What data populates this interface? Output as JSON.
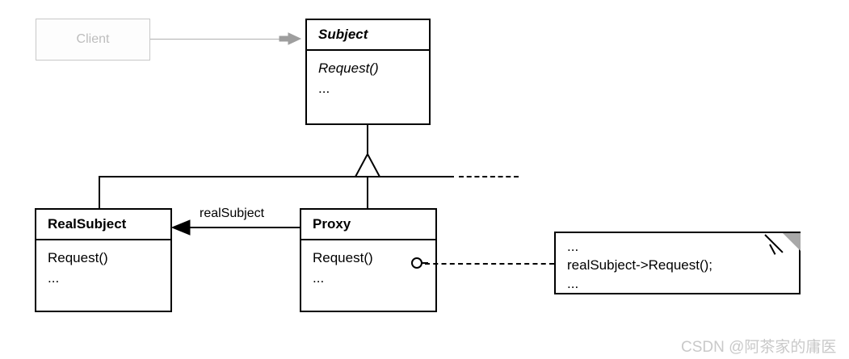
{
  "diagram": {
    "title": "Proxy design pattern UML class diagram",
    "type": "uml-class-diagram",
    "colors": {
      "stroke": "#000000",
      "background": "#ffffff",
      "muted_stroke": "#c8c8c8",
      "muted_text": "#bdbdbd",
      "fold_fill": "#a8a8a8",
      "watermark": "#c9c9c9"
    }
  },
  "client": {
    "name": "Client"
  },
  "subject": {
    "name": "Subject",
    "operations": [
      "Request()",
      "..."
    ]
  },
  "real_subject": {
    "name": "RealSubject",
    "operations": [
      "Request()",
      "..."
    ]
  },
  "proxy": {
    "name": "Proxy",
    "operations": [
      "Request()",
      "..."
    ]
  },
  "association": {
    "label": "realSubject"
  },
  "note": {
    "lines": [
      "...",
      "realSubject->Request();",
      "..."
    ]
  },
  "watermark": {
    "text": "CSDN @阿茶家的庸医"
  }
}
